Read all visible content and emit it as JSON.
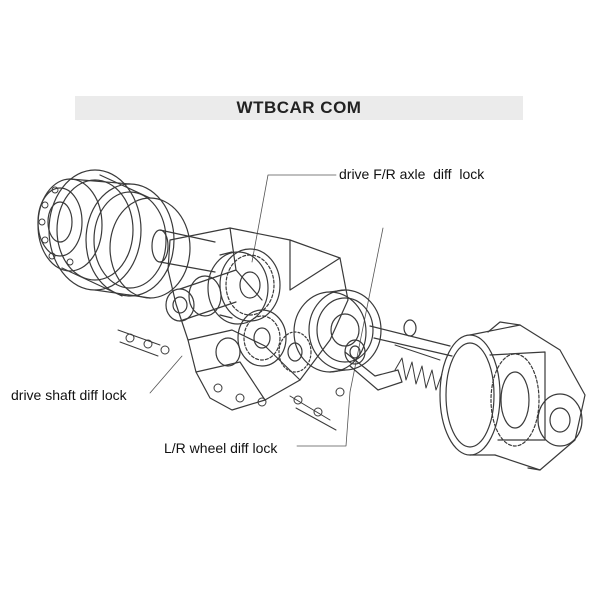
{
  "header": {
    "title": "WTBCAR COM"
  },
  "callouts": {
    "drive_axle_lock": "drive F/R axle  diff  lock",
    "drive_shaft_lock": "drive shaft diff lock",
    "wheel_lock": "L/R wheel diff lock"
  },
  "colors": {
    "line": "#3a3a3a",
    "banner_bg": "#ebebeb",
    "text": "#111111"
  }
}
